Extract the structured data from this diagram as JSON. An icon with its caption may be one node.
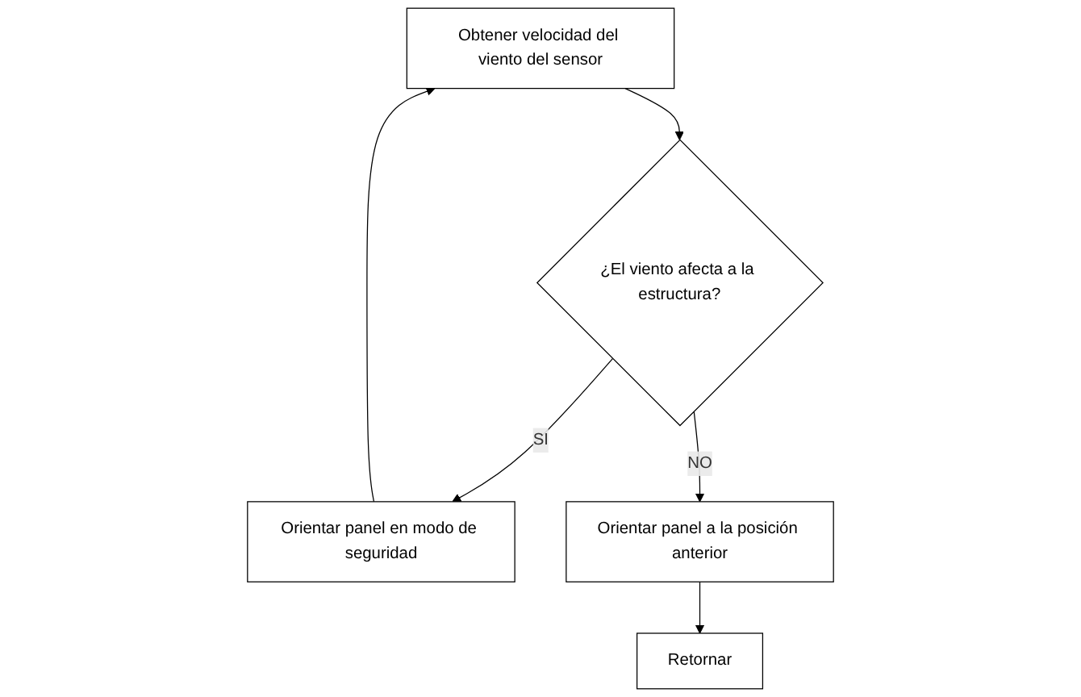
{
  "diagram": {
    "nodes": [
      {
        "text": [
          "Obtener velocidad del viento del sensor"
        ]
      },
      {
        "text": [
          "¿El viento afecta a la estructura?"
        ]
      },
      {
        "text": [
          "Orientar panel en modo de seguridad"
        ]
      },
      {
        "text": [
          "Orientar panel a la posición anterior"
        ]
      },
      {
        "text": [
          "Retornar"
        ]
      }
    ],
    "edges": [
      {
        "from": 0,
        "to": 1,
        "arrow": "to"
      },
      {
        "from": 1,
        "to": 2,
        "arrow": "to",
        "label": "SI"
      },
      {
        "from": 1,
        "to": 3,
        "arrow": "to",
        "label": "NO"
      },
      {
        "from": 3,
        "to": 4,
        "arrow": "to"
      },
      {
        "from": 2,
        "to": 0,
        "arrow": "to"
      }
    ]
  }
}
